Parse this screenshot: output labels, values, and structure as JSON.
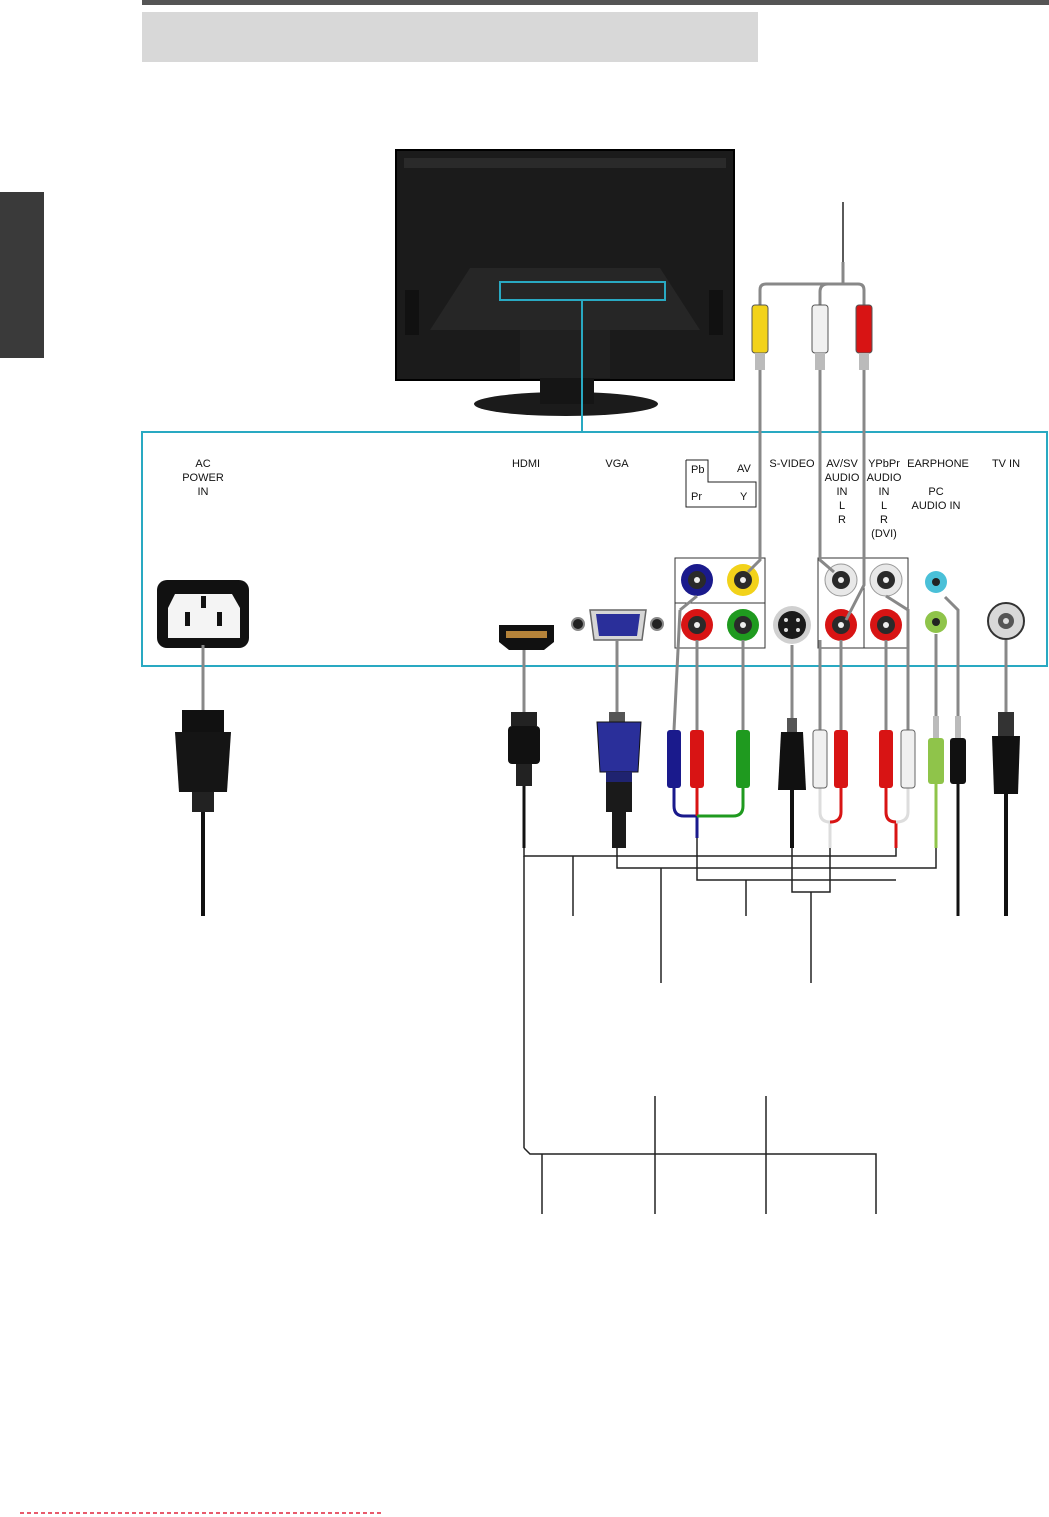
{
  "colors": {
    "accent_cyan": "#29a9c2",
    "header_bar": "#d8d8d8",
    "side_tab": "#3a3a3a",
    "tv_body": "#1b1b1b",
    "footer_dash": "#e0243c",
    "port_pb": "#1a1a8c",
    "port_pr": "#d81414",
    "port_y": "#1f9a1f",
    "port_av": "#f2d21a",
    "port_audio_white": "#e8e8e8",
    "port_pc_audio": "#8fc44a",
    "port_earphone": "#4ac0d8",
    "vga_blue": "#2a2f9a"
  },
  "panel": {
    "labels": {
      "ac_power": [
        "AC",
        "POWER",
        "IN"
      ],
      "hdmi": "HDMI",
      "vga": "VGA",
      "component_pb": "Pb",
      "component_pr": "Pr",
      "av": "AV",
      "component_y": "Y",
      "s_video": "S-VIDEO",
      "av_sv_audio": [
        "AV/SV",
        "AUDIO",
        "IN",
        "L",
        "R"
      ],
      "ypbpr_audio": [
        "YPbPr",
        "AUDIO",
        "IN",
        "L",
        "R",
        "(DVI)"
      ],
      "earphone": "EARPHONE",
      "pc_audio": [
        "PC",
        "AUDIO IN"
      ],
      "tv_in": "TV IN"
    }
  },
  "icons": {
    "tv_rear": "tv-rear-icon",
    "ac_socket": "ac-socket-icon",
    "hdmi_port": "hdmi-port-icon",
    "vga_port": "vga-port-icon",
    "rca_port": "rca-port-icon",
    "svideo_port": "svideo-port-icon",
    "jack_port": "jack-port-icon",
    "coax_port": "coax-port-icon",
    "power_plug": "power-plug-icon",
    "hdmi_plug": "hdmi-plug-icon",
    "vga_plug": "vga-plug-icon",
    "rca_plug": "rca-plug-icon",
    "svideo_plug": "svideo-plug-icon",
    "jack_plug": "jack-plug-icon",
    "coax_plug": "coax-plug-icon"
  }
}
